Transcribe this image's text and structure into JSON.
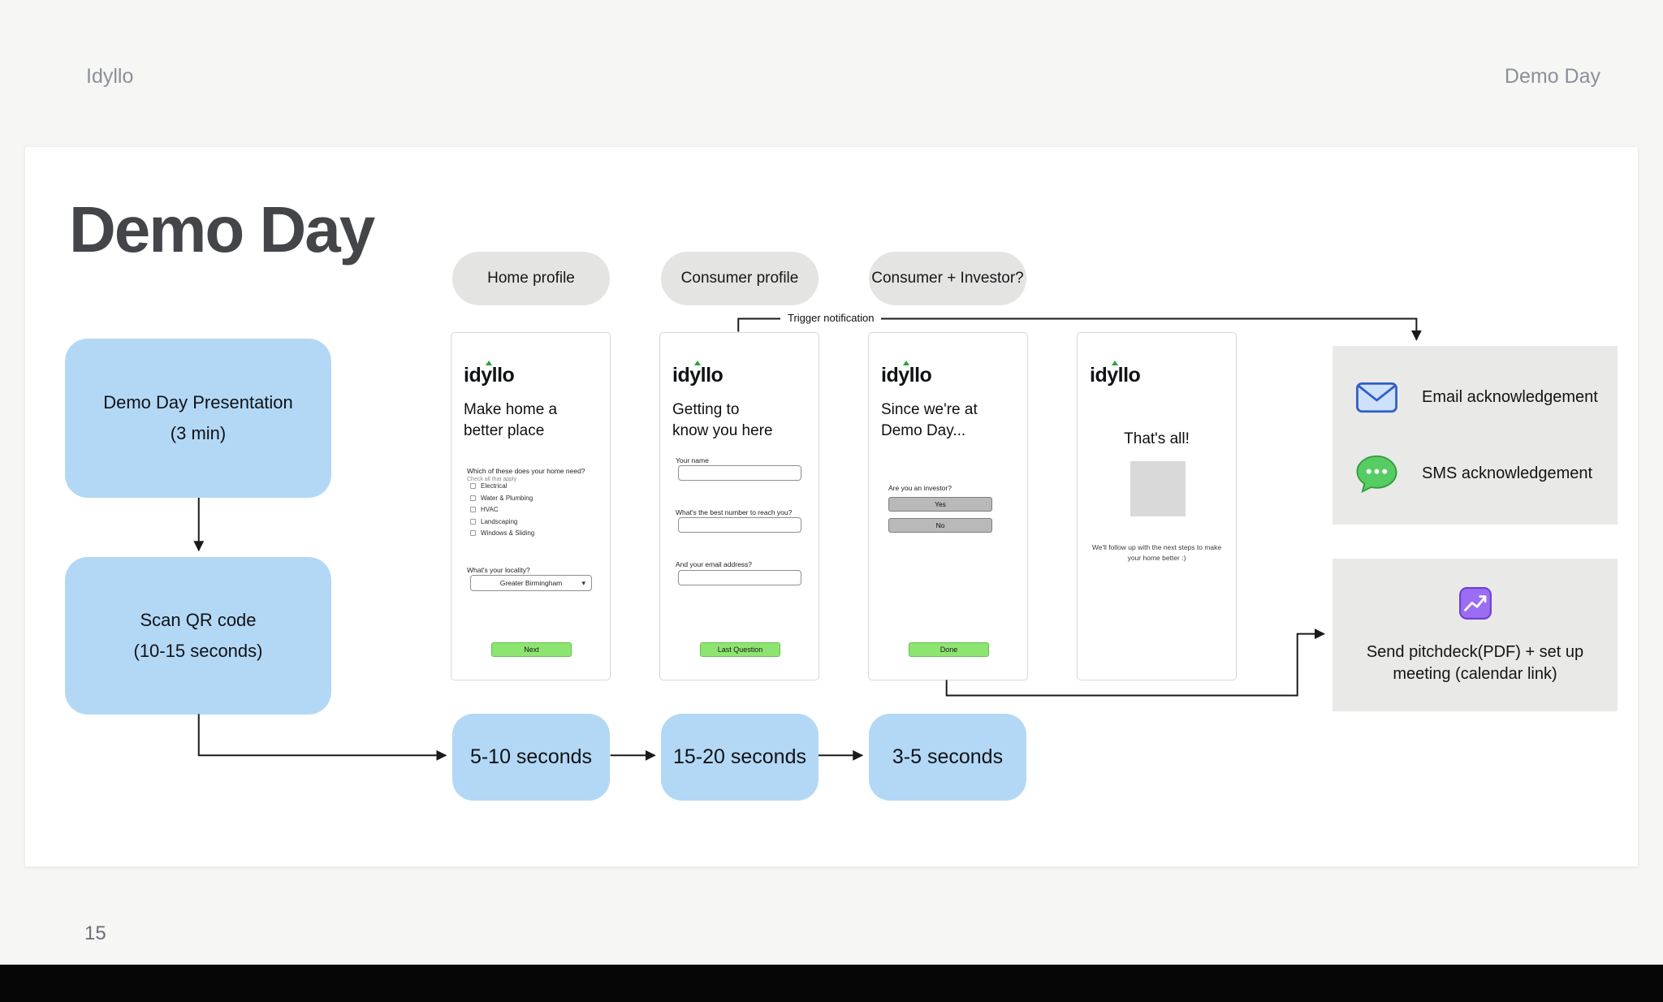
{
  "header": {
    "brand": "Idyllo",
    "right_label": "Demo Day"
  },
  "slide": {
    "title": "Demo Day",
    "page_number": "15"
  },
  "stage_pills": [
    {
      "label": "Home profile"
    },
    {
      "label": "Consumer profile"
    },
    {
      "label": "Consumer + Investor?"
    }
  ],
  "flow": {
    "presentation": {
      "line1": "Demo Day Presentation",
      "line2": "(3 min)"
    },
    "scan_qr": {
      "line1": "Scan QR code",
      "line2": "(10-15 seconds)"
    },
    "timings": [
      {
        "label": "5-10 seconds"
      },
      {
        "label": "15-20 seconds"
      },
      {
        "label": "3-5 seconds"
      }
    ],
    "trigger_label": "Trigger notification"
  },
  "phones": [
    {
      "logo": "idyllo",
      "heading_line1": "Make home a",
      "heading_line2": "better place",
      "question": "Which of these does your home need?",
      "hint": "Check all that apply",
      "checkboxes": [
        "Electrical",
        "Water & Plumbing",
        "HVAC",
        "Landscaping",
        "Windows & Sliding"
      ],
      "locality_label": "What's your locality?",
      "locality_value": "Greater Birmingham",
      "button": "Next"
    },
    {
      "logo": "idyllo",
      "heading_line1": "Getting to",
      "heading_line2": "know you here",
      "field1_label": "Your name",
      "field2_label": "What's the best number to reach you?",
      "field3_label": "And your email address?",
      "button": "Last Question"
    },
    {
      "logo": "idyllo",
      "heading_line1": "Since we're at",
      "heading_line2": "Demo Day...",
      "question": "Are you an investor?",
      "option_yes": "Yes",
      "option_no": "No",
      "button": "Done"
    },
    {
      "logo": "idyllo",
      "heading": "That's all!",
      "note": "We'll follow up with the next steps to make your home better :)"
    }
  ],
  "acknowledgements": {
    "email": "Email acknowledgement",
    "sms": "SMS acknowledgement"
  },
  "pitchdeck": {
    "label": "Send pitchdeck(PDF) + set up meeting (calendar link)"
  },
  "colors": {
    "accent_blue": "#b3d8f6",
    "pill_gray": "#e4e4e3",
    "panel_gray": "#e9e9e8",
    "button_green": "#8ee471"
  }
}
